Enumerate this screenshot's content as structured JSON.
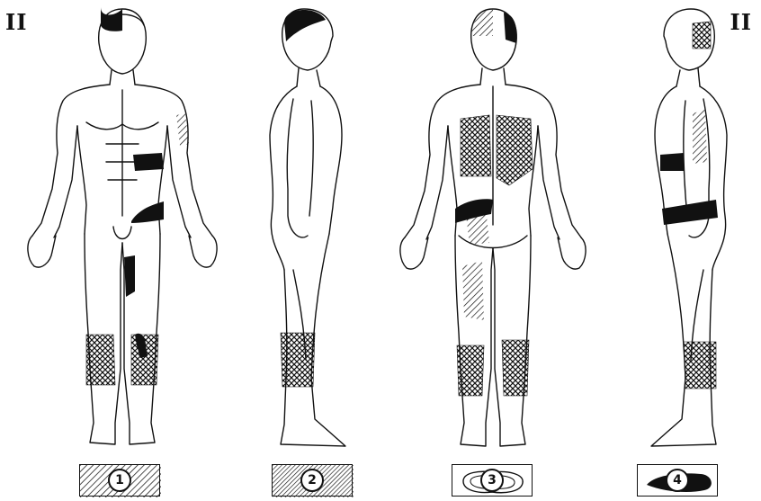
{
  "section_marks": {
    "left": "II",
    "right": "II"
  },
  "legend": [
    {
      "number": "1",
      "pattern": "diagonal-hatch"
    },
    {
      "number": "2",
      "pattern": "dense-diagonal-hatch"
    },
    {
      "number": "3",
      "pattern": "outlined-shape"
    },
    {
      "number": "4",
      "pattern": "solid-black-shape"
    }
  ],
  "colors": {
    "ink": "#111111",
    "paper": "#ffffff"
  }
}
